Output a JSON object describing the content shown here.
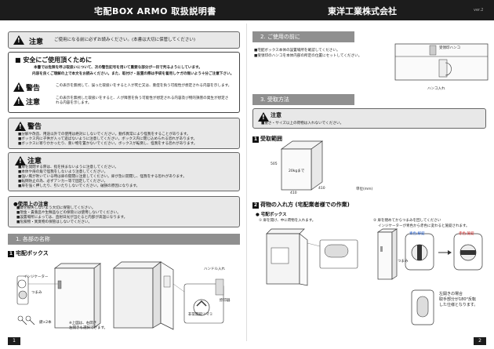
{
  "header": {
    "title": "宅配BOX ARMO 取扱説明書",
    "company": "東洋工業株式会社",
    "version": "ver.2"
  },
  "left": {
    "attention": {
      "label": "注意",
      "text": "ご使用になる前に必ずお読みください。(本書は大切に保管してください)"
    },
    "safety": {
      "title": "■ 安全にご使用頂くために",
      "intro1": "本書では危険を呼ぶ取扱いについて、次の警告記号を用いて重要な部分が一目で判るようにしています。",
      "intro2": "内容を良くご理解の上で本文をお読みください。また、取付け・設置の際は手袋を着用しケガの無いよう十分ご注意下さい。",
      "warn_label": "警告",
      "warn_text": "この表示を無視して、誤った取扱いをすると人が死亡又は、重症を負う可能性が想定される内容を示します。",
      "caution_label": "注意",
      "caution_text": "この表示を無視した取扱いをすると、人が障害を負う可能性が想定される内容及び物的損害の発生が想定される内容を示します。"
    },
    "warning": {
      "label": "警告",
      "lines": [
        "■分解や改造、用途以外での使用は絶対にしないでください。動作異常により怪我をすることがあります。",
        "■ボックス内に子供が入って遊ばないように注意してください。ボックス内に閉じ込められる恐れがあります。",
        "■ボックスに寄りかかったり、重い物を置かないでください。ボックスが転倒し、怪我をする恐れがあります。"
      ]
    },
    "caution": {
      "label": "注意",
      "lines": [
        "■扉を開閉する際は、指を挟まないように注意してください。",
        "■本体や扉の角で怪我をしないよう注意してください。",
        "■強い風が吹いている時は扉の開閉に注意してください。扉が急に開閉し、怪我をする恐れがあります。",
        "■転倒防止の為、必ずアンカー等で固定してください。",
        "■扉を強く押したり、引いたりしないでください。破損の原因になります。"
      ]
    },
    "usage": {
      "title": "●使用上の注意",
      "lines": [
        "■鍵を紛失しないよう大切に保管してください。",
        "■現金・貴重品や生鮮品などの保管には使用しないでください。",
        "■設置場所によっては、直射日光が当たると内部が高温になります。",
        "■危険物・異臭物の保管はしないでください。"
      ]
    },
    "section1": "1. 各部の名称",
    "parts_title": "宅配ボックス",
    "parts_num": "1",
    "labels": {
      "indicator": "インジケーター",
      "knob": "つまみ",
      "keys": "鍵×2本",
      "handle": "ハンドル入れ",
      "stamp": "捺印器",
      "cylinder": "非常開錠ツマミ",
      "note": "※上図は、右開き\n左開きも選択できます。"
    },
    "page": "1"
  },
  "right": {
    "section2": "2. ご使用の前に",
    "before_lines": [
      "■宅配ボックス本体の設置場所を確認してください。",
      "■受領印のハンコを本体内部の所定の位置にセットしてください。"
    ],
    "stamp_label": "受領印ハンコ",
    "handle_label": "ハンコ入れ",
    "section3": "3. 受取方法",
    "caution_label": "注意",
    "caution_text": "■重さ・サイズ以上の荷物は入れないでください。",
    "range_num": "1",
    "range_title": "受取範囲",
    "dims": {
      "h": "505",
      "w": "410",
      "d": "410",
      "weight": "20kgまで",
      "unit": "単位(mm)"
    },
    "flow_num": "2",
    "flow_title": "荷物の入れ方 (宅配業者様での作業)",
    "flow_sub": "● 宅配ボックス",
    "step1": "① 扉を開け、中に荷物を入れます。",
    "step2": "② 扉を閉めてからつまみを回してください",
    "step2b": "インジケーターが青色から赤色に変わると施錠されます。",
    "lock_open": "青色:解錠",
    "lock_closed": "赤色:施錠",
    "knob": "つまみ",
    "left_open_note": "左開きの場合\n取手部分が180°反転\nした仕様となります。",
    "page": "2"
  }
}
